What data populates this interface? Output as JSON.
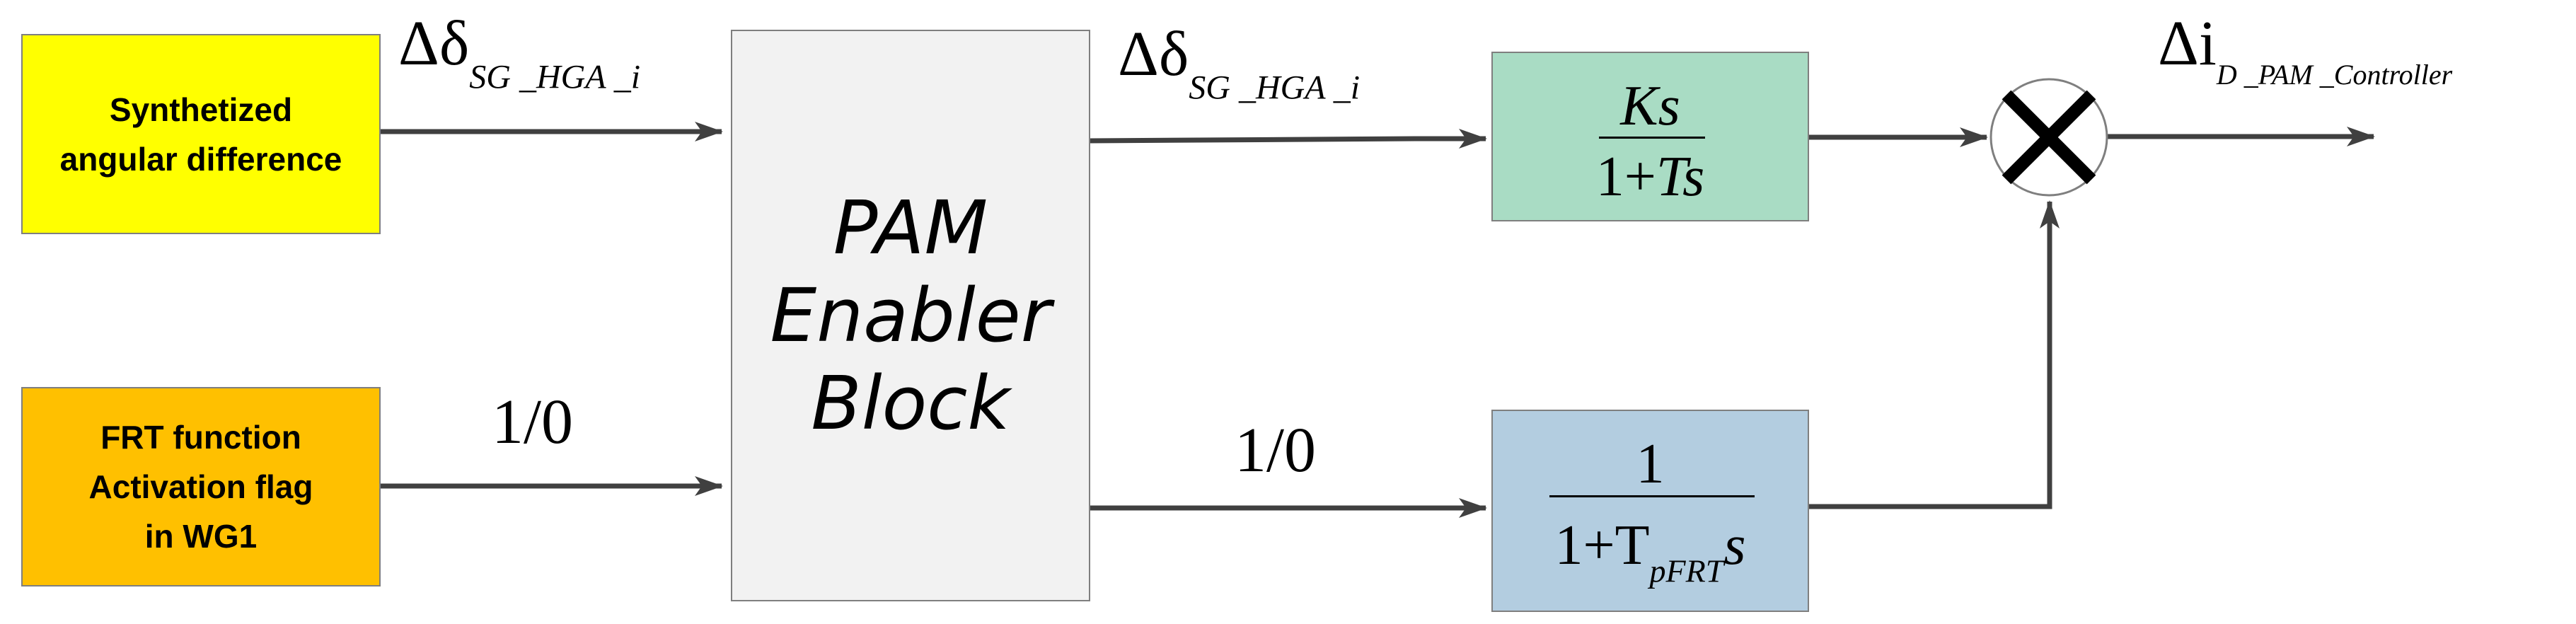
{
  "colors": {
    "synth_box": "#ffff00",
    "frt_box": "#ffc000",
    "enabler_box": "#f2f2f2",
    "ks_box": "#a9dcc4",
    "pfrt_box": "#b3cde0",
    "wire": "#404040"
  },
  "inputs": {
    "synth_label": "Synthetized\nangular difference",
    "frt_label": "FRT function\nActivation flag\nin WG1"
  },
  "enabler": {
    "label": "PAM\nEnabler\nBlock"
  },
  "signals": {
    "delta_symbol": "Δδ",
    "delta_sub": "SG _HGA _i",
    "flag": "1/0",
    "out_symbol": "Δi",
    "out_sub": "D _PAM _Controller"
  },
  "blocks": {
    "ks_num": "Ks",
    "ks_den": "1+Ts",
    "pfrt_num": "1",
    "pfrt_den_prefix": "1+T",
    "pfrt_den_sub": "pFRT",
    "pfrt_den_suffix": "s"
  },
  "multiplier": {
    "symbol": "×"
  },
  "icons": {
    "multiplier": "multiply-circle-icon",
    "arrowhead": "arrowhead-icon"
  }
}
